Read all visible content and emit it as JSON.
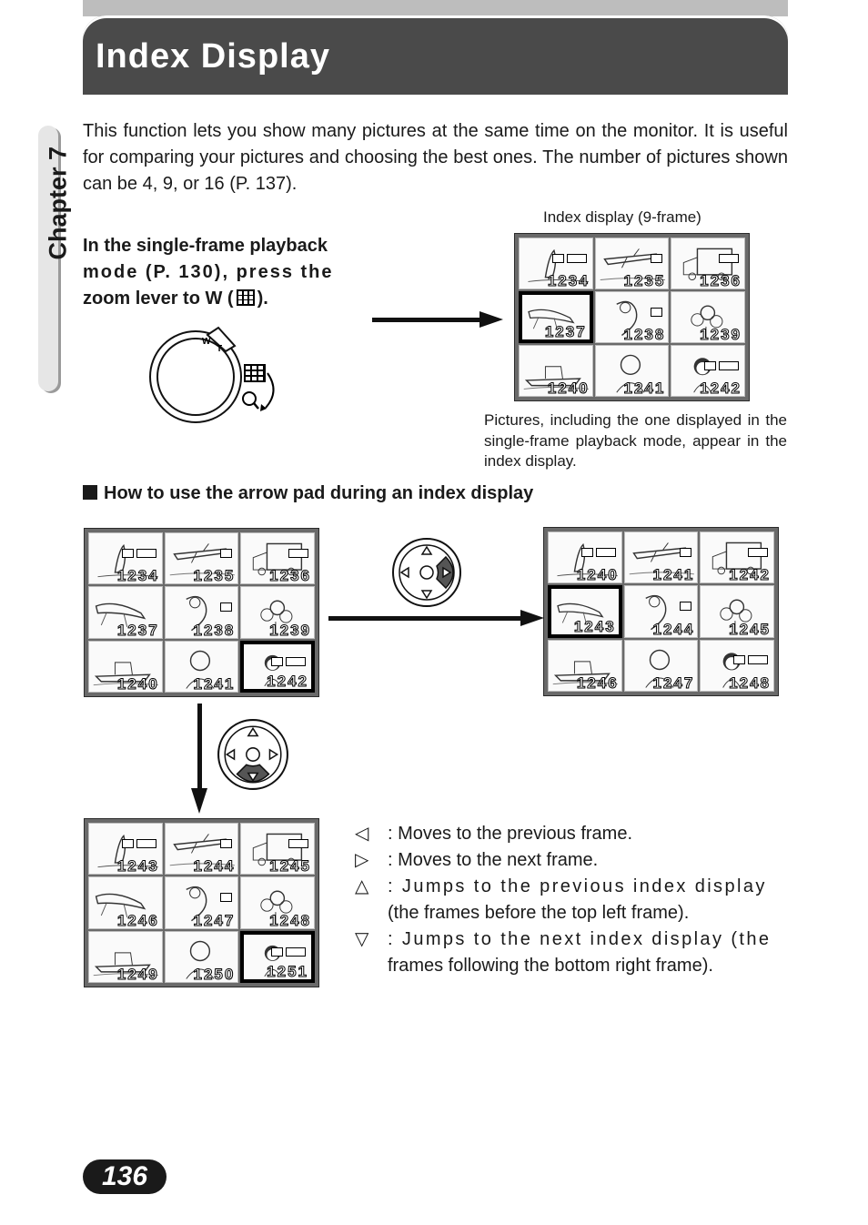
{
  "header": {
    "title": "Index Display"
  },
  "chapter_tab": "Chapter 7",
  "intro": "This function lets you show many pictures at the same time on the monitor. It is useful for comparing your pictures and choosing the best ones. The number of pictures shown can be 4, 9, or 16 (P. 137).",
  "instruction": {
    "line1": "In the single-frame playback",
    "line2": "mode (P. 130), press the",
    "line3_pre": "zoom lever to W (",
    "line3_post": ")."
  },
  "zoom_dial": {
    "w_label": "W",
    "t_label": "T"
  },
  "caption_top": "Index display (9-frame)",
  "caption_bottom": "Pictures, including the one displayed in the single-frame playback mode, appear in the index display.",
  "section_title": "How to use the arrow pad during an index display",
  "grids": {
    "top": {
      "frames": [
        "1234",
        "1235",
        "1236",
        "1237",
        "1238",
        "1239",
        "1240",
        "1241",
        "1242"
      ],
      "selected": 3
    },
    "left": {
      "frames": [
        "1234",
        "1235",
        "1236",
        "1237",
        "1238",
        "1239",
        "1240",
        "1241",
        "1242"
      ],
      "selected": 8
    },
    "right": {
      "frames": [
        "1240",
        "1241",
        "1242",
        "1243",
        "1244",
        "1245",
        "1246",
        "1247",
        "1248"
      ],
      "selected": 3
    },
    "bottom": {
      "frames": [
        "1243",
        "1244",
        "1245",
        "1246",
        "1247",
        "1248",
        "1249",
        "1250",
        "1251"
      ],
      "selected": 8
    }
  },
  "legend": {
    "left_sym": "◁",
    "left_text": ": Moves to the previous frame.",
    "right_sym": "▷",
    "right_text": ": Moves to the next frame.",
    "up_sym": "△",
    "up_text": ": Jumps to the previous index display",
    "up_text2": "(the frames before the top left frame).",
    "down_sym": "▽",
    "down_text": ": Jumps to the next index display (the",
    "down_text2": "frames following the bottom right frame)."
  },
  "page_number": "136"
}
